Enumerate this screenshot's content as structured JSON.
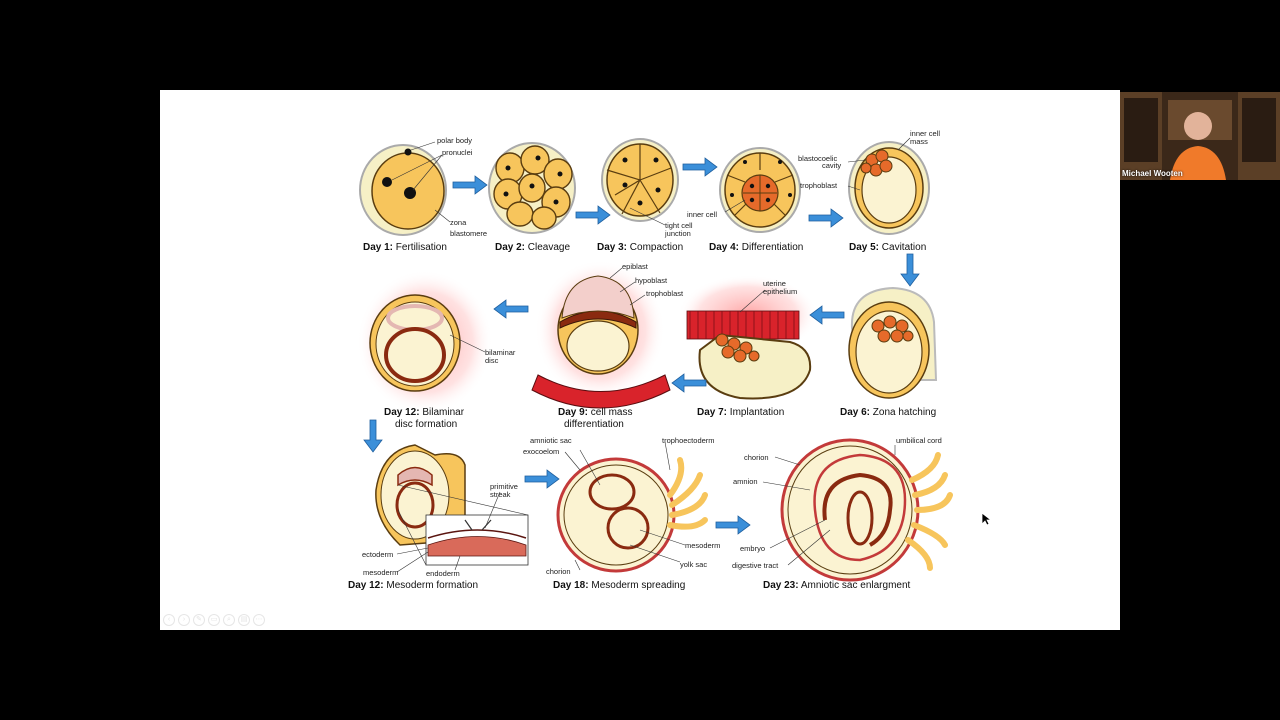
{
  "captions": [
    {
      "day": "Day 1:",
      "text": "Fertilisation"
    },
    {
      "day": "Day 2:",
      "text": "Cleavage"
    },
    {
      "day": "Day 3:",
      "text": "Compaction"
    },
    {
      "day": "Day 4:",
      "text": "Differentiation"
    },
    {
      "day": "Day 5:",
      "text": "Cavitation"
    },
    {
      "day": "Day 6:",
      "text": "Zona hatching"
    },
    {
      "day": "Day 7:",
      "text": "Implantation"
    },
    {
      "day": "Day 9:",
      "text": "cell mass",
      "text2": "differentiation"
    },
    {
      "day": "Day 12:",
      "text": "Bilaminar",
      "text2": "disc formation"
    },
    {
      "day": "Day 12:",
      "text": "Mesoderm formation"
    },
    {
      "day": "Day 18:",
      "text": "Mesoderm spreading"
    },
    {
      "day": "Day 23:",
      "text": "Amniotic sac enlargment"
    }
  ],
  "labels": {
    "polar_body": "polar body",
    "pronuclei": "pronuclei",
    "zona": "zona",
    "blastomere": "blastomere",
    "tight_cell_1": "tight cell",
    "tight_cell_2": "junction",
    "inner_cell": "inner cell",
    "blastocoelic_1": "blastocoelic",
    "blastocoelic_2": "cavity",
    "trophoblast": "trophoblast",
    "inner_cell_mass_1": "inner cell",
    "inner_cell_mass_2": "mass",
    "uterine_1": "uterine",
    "uterine_2": "epithelium",
    "epiblast": "epiblast",
    "hypoblast": "hypoblast",
    "trophoblast_9": "trophoblast",
    "bilaminar_1": "bilaminar",
    "bilaminar_2": "disc",
    "primitive_1": "primitive",
    "primitive_2": "streak",
    "ectoderm": "ectoderm",
    "mesoderm": "mesoderm",
    "endoderm": "endoderm",
    "amniotic_sac": "amniotic sac",
    "exocoelom": "exocoelom",
    "trophoectoderm": "trophoectoderm",
    "mesoderm_18": "mesoderm",
    "yolk_sac": "yolk sac",
    "chorion_18": "chorion",
    "umbilical_cord": "umbilical cord",
    "chorion_23": "chorion",
    "amnion": "amnion",
    "embryo": "embryo",
    "digestive_tract": "digestive tract"
  },
  "video": {
    "name": "Michael Wooten"
  },
  "colors": {
    "cell": "#f7c55c",
    "cell_outline": "#5a3d10",
    "zona": "#f6f0c6",
    "inner_mass": "#e66a2a",
    "epithelium": "#d9232b",
    "arrow": "#3b8fd9",
    "glow": "#ff6b6b"
  }
}
